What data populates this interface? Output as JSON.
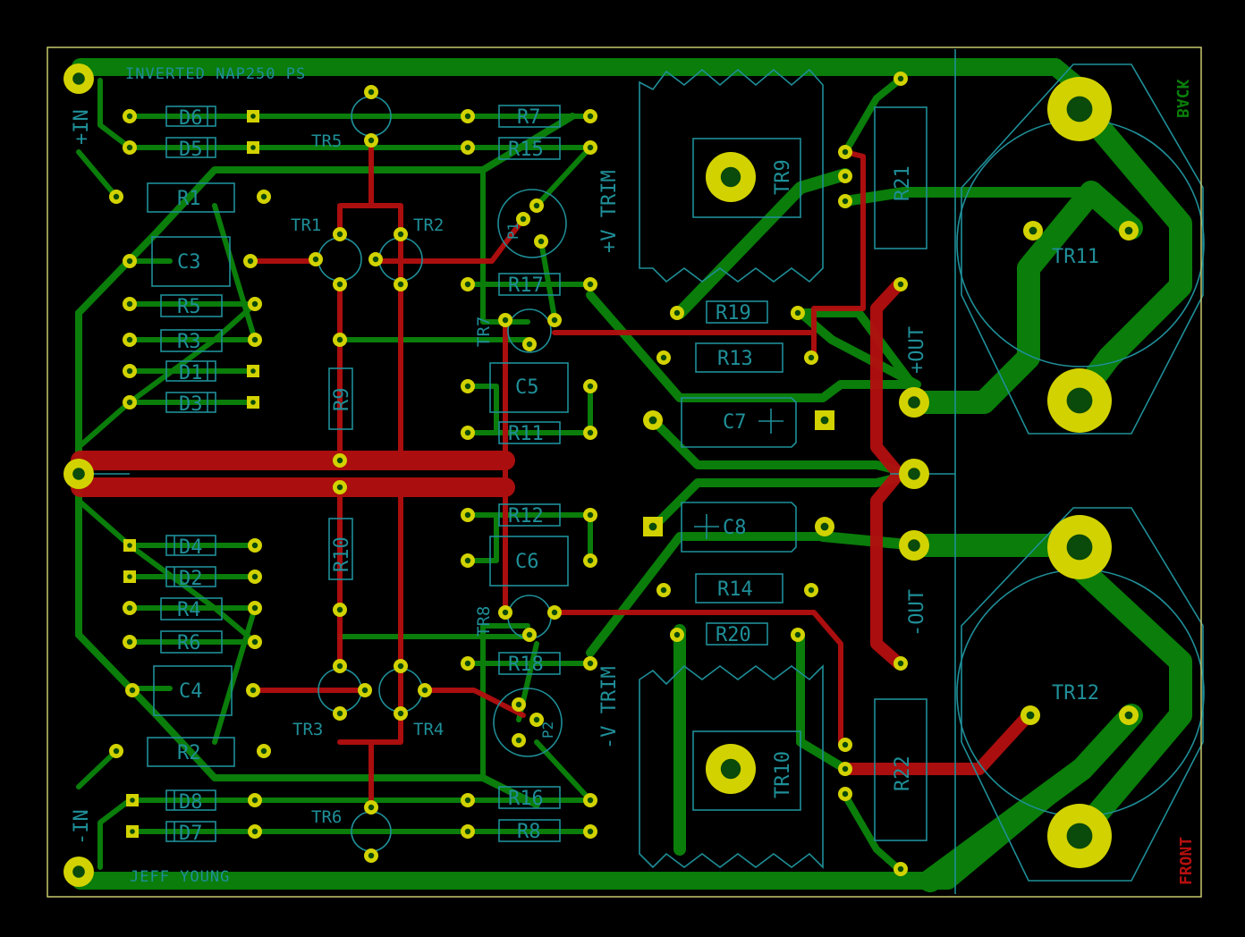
{
  "colors": {
    "background": "#000000",
    "edge": "#c8c86e",
    "bottom_copper": "#0a7d0a",
    "top_copper": "#b40f0f",
    "silkscreen": "#1f8f98",
    "pad": "#d2d200",
    "pad_hole": "#0a4a0a"
  },
  "board": {
    "title": "INVERTED NAP250 PS",
    "author": "JEFF YOUNG",
    "back_label": "BACK",
    "front_label": "FRONT"
  },
  "labels": {
    "plus_in": "+IN",
    "minus_in": "-IN",
    "plus_out": "+OUT",
    "minus_out": "-OUT",
    "plus_v_trim": "+V TRIM",
    "minus_v_trim": "-V TRIM"
  },
  "components": {
    "D6": "D6",
    "D5": "D5",
    "D1": "D1",
    "D3": "D3",
    "D4": "D4",
    "D2": "D2",
    "D8": "D8",
    "D7": "D7",
    "R1": "R1",
    "R2": "R2",
    "R3": "R3",
    "R4": "R4",
    "R5": "R5",
    "R6": "R6",
    "R7": "R7",
    "R8": "R8",
    "R9": "R9",
    "R10": "R10",
    "R11": "R11",
    "R12": "R12",
    "R13": "R13",
    "R14": "R14",
    "R15": "R15",
    "R16": "R16",
    "R17": "R17",
    "R18": "R18",
    "R19": "R19",
    "R20": "R20",
    "R21": "R21",
    "R22": "R22",
    "C3": "C3",
    "C4": "C4",
    "C5": "C5",
    "C6": "C6",
    "C7": "C7",
    "C8": "C8",
    "TR1": "TR1",
    "TR2": "TR2",
    "TR3": "TR3",
    "TR4": "TR4",
    "TR5": "TR5",
    "TR6": "TR6",
    "TR7": "TR7",
    "TR8": "TR8",
    "TR9": "TR9",
    "TR10": "TR10",
    "TR11": "TR11",
    "TR12": "TR12",
    "P1": "P1",
    "P2": "P2"
  }
}
